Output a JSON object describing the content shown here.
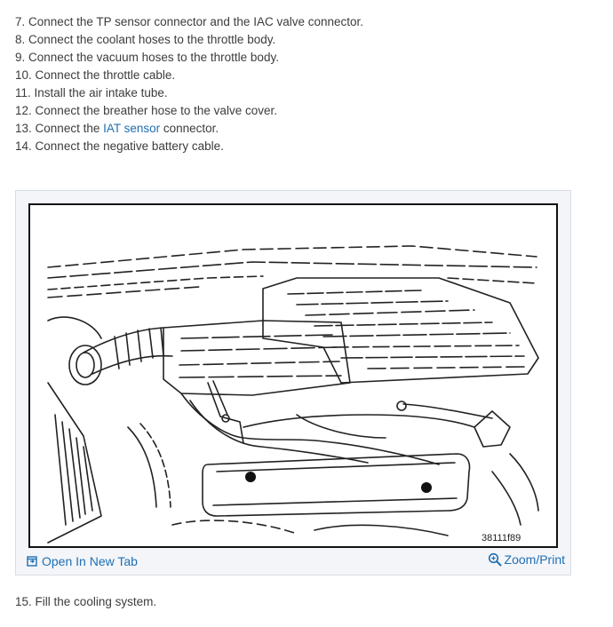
{
  "steps": [
    {
      "num": "7.",
      "text": "Connect the TP sensor connector and the IAC valve connector."
    },
    {
      "num": "8.",
      "text": "Connect the coolant hoses to the throttle body."
    },
    {
      "num": "9.",
      "text": "Connect the vacuum hoses to the throttle body."
    },
    {
      "num": "10.",
      "text": "Connect the throttle cable."
    },
    {
      "num": "11.",
      "text": "Install the air intake tube."
    },
    {
      "num": "12.",
      "text": "Connect the breather hose to the valve cover."
    },
    {
      "num": "13.",
      "text_before": "Connect the ",
      "link": "IAT sensor",
      "text_after": " connector."
    },
    {
      "num": "14.",
      "text": "Connect the negative battery cable."
    }
  ],
  "figure": {
    "code": "38111f89",
    "open_tab_label": "Open In New Tab",
    "zoom_label": "Zoom/Print",
    "accent_color": "#1f6fb2"
  },
  "after_step": {
    "num": "15.",
    "text": "Fill the cooling system."
  }
}
